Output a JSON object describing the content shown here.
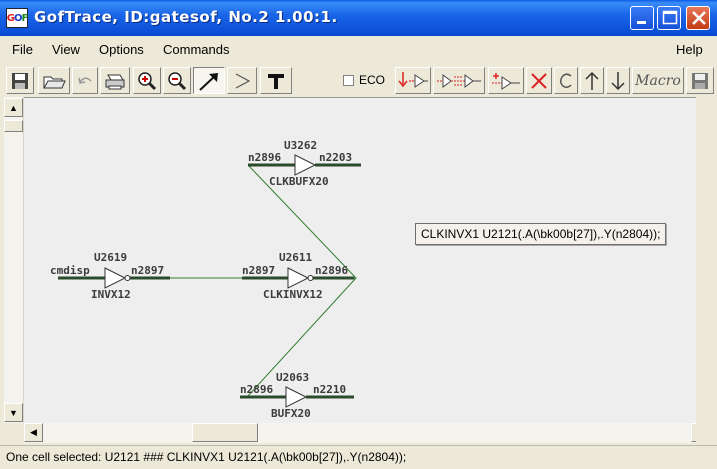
{
  "window": {
    "title": "GofTrace, ID:gatesof, No.2 1.00:1.",
    "logo_letters": [
      "G",
      "O",
      "F"
    ]
  },
  "menu": {
    "file": "File",
    "view": "View",
    "options": "Options",
    "commands": "Commands",
    "help": "Help"
  },
  "toolbar": {
    "eco_label": "ECO",
    "eco_checked": false,
    "macro_label": "Macro"
  },
  "tooltip": {
    "text": "CLKINVX1 U2121(.A(\\bk00b[27]),.Y(n2804));"
  },
  "schematic": {
    "wire_color": "#2f7d2f",
    "net_color": "#2c4a2c",
    "cells": [
      {
        "name": "U3262",
        "type": "CLKBUFX20",
        "kind": "buffer",
        "input_net": "n2896",
        "output_net": "n2203"
      },
      {
        "name": "U2619",
        "type": "INVX12",
        "kind": "inverter",
        "input_net": "cmdisp",
        "output_net": "n2897"
      },
      {
        "name": "U2611",
        "type": "CLKINVX12",
        "kind": "inverter",
        "input_net": "n2897",
        "output_net": "n2896"
      },
      {
        "name": "U2063",
        "type": "BUFX20",
        "kind": "buffer",
        "input_net": "n2896",
        "output_net": "n2210"
      }
    ]
  },
  "status": {
    "text": "One cell selected: U2121 ### CLKINVX1 U2121(.A(\\bk00b[27]),.Y(n2804));"
  }
}
